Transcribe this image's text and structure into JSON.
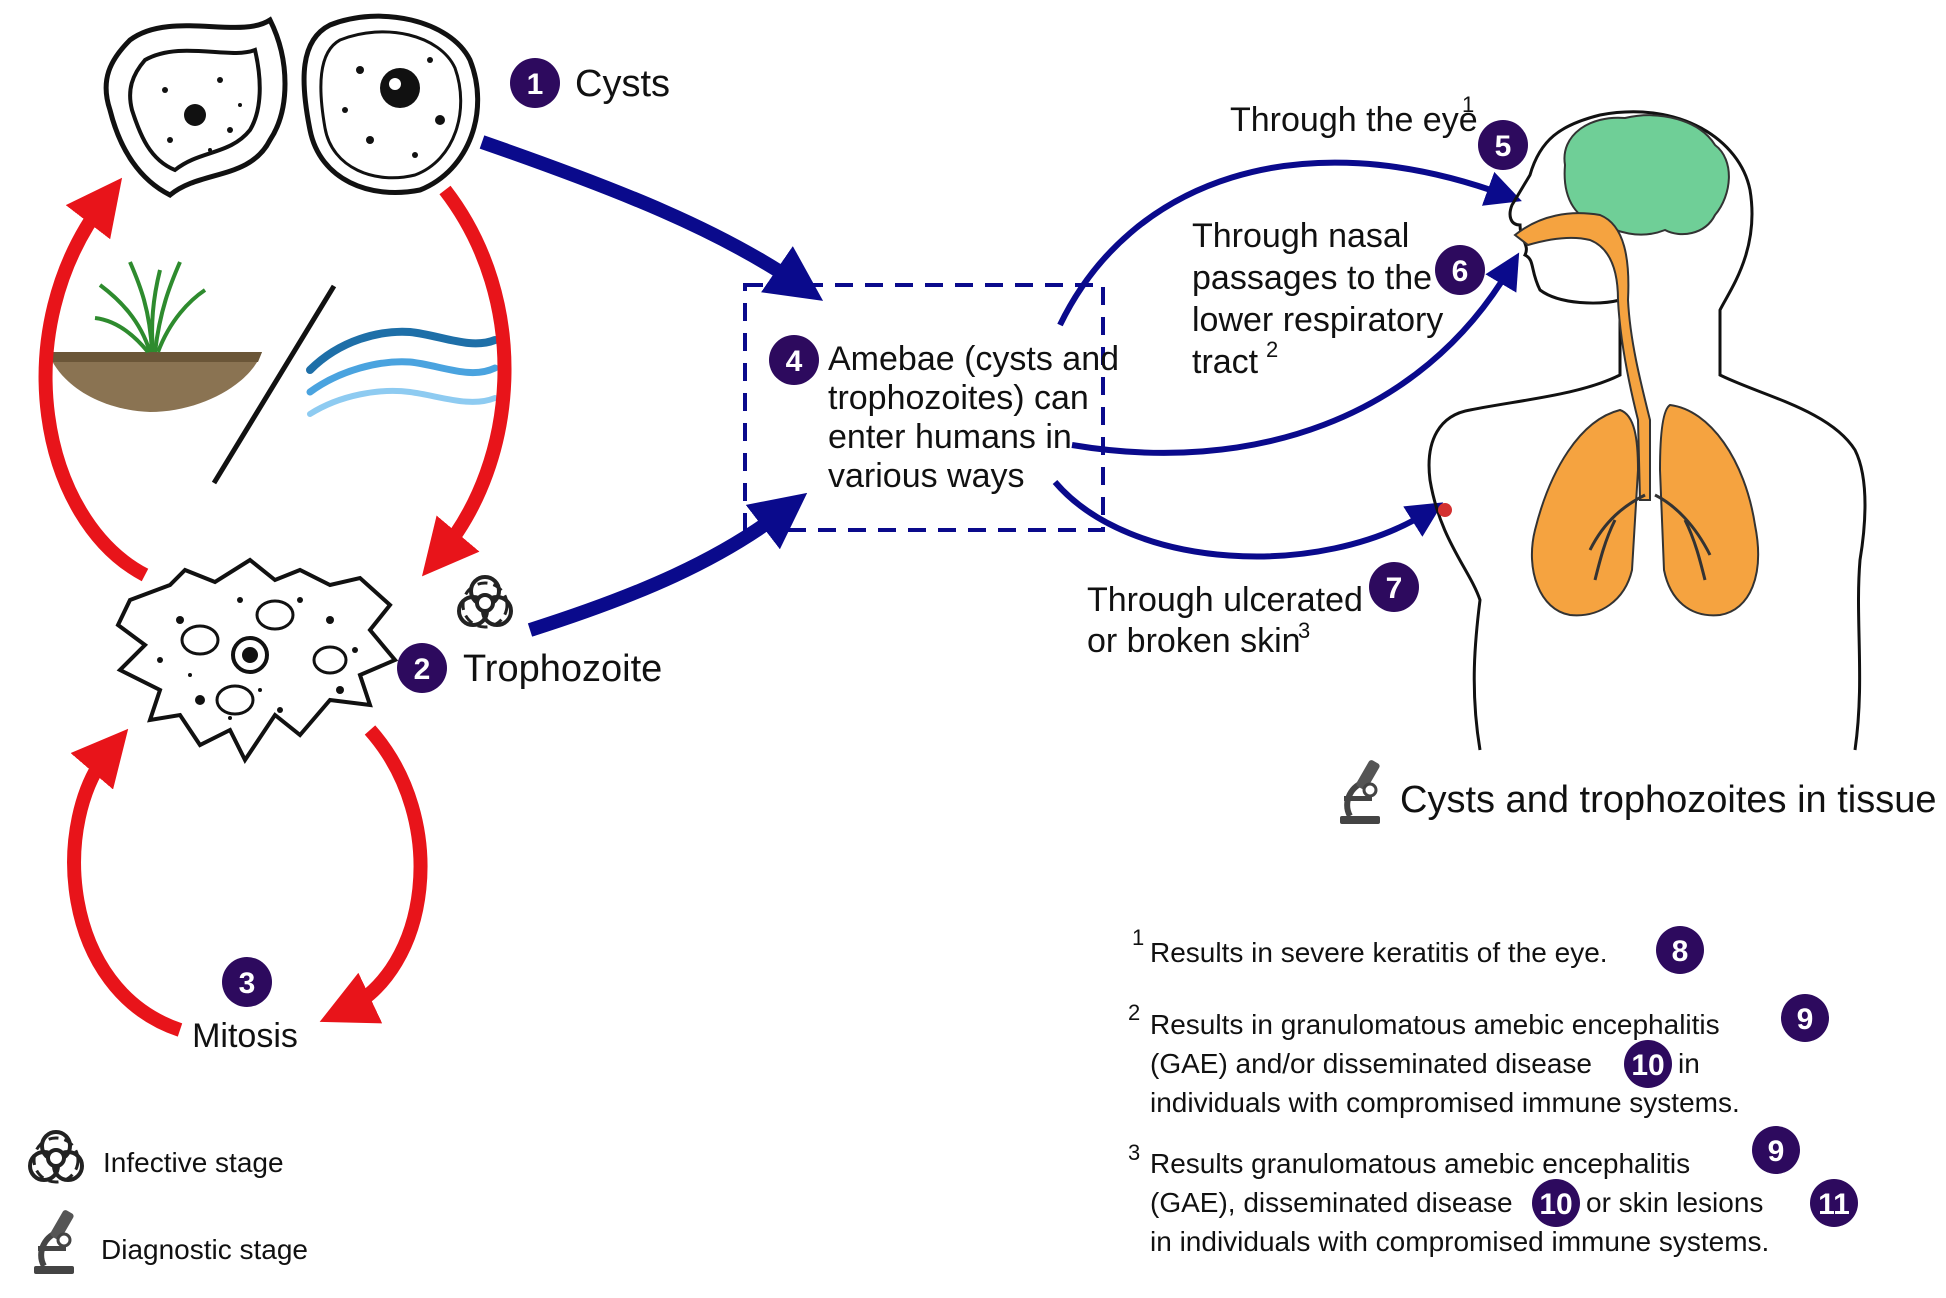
{
  "stages": {
    "cysts": {
      "num": "1",
      "label": "Cysts"
    },
    "trophozoite": {
      "num": "2",
      "label": "Trophozoite"
    },
    "mitosis": {
      "num": "3",
      "label": "Mitosis"
    },
    "entry": {
      "num": "4",
      "lines": [
        "Amebae (cysts and",
        "trophozoites) can",
        "enter humans in",
        "various ways"
      ]
    }
  },
  "routes": {
    "eye": {
      "num": "5",
      "label": "Through the eye",
      "sup": "1"
    },
    "nasal": {
      "num": "6",
      "lines": [
        "Through nasal",
        "passages to the",
        "lower respiratory",
        "tract"
      ],
      "sup": "2"
    },
    "skin": {
      "num": "7",
      "lines": [
        "Through ulcerated",
        "or broken skin"
      ],
      "sup": "3"
    }
  },
  "tissue_label": "Cysts and trophozoites in tissue",
  "notes": [
    {
      "sup": "1",
      "lines": [
        "Results in severe keratitis of the eye."
      ],
      "badges": [
        "8"
      ]
    },
    {
      "sup": "2",
      "lines": [
        "Results in granulomatous amebic encephalitis",
        "(GAE) and/or disseminated disease",
        "in",
        "individuals with compromised immune systems."
      ],
      "badges": [
        "9",
        "10"
      ]
    },
    {
      "sup": "3",
      "lines": [
        "Results granulomatous amebic encephalitis",
        "(GAE), disseminated disease",
        "or skin lesions",
        "in individuals with compromised immune systems."
      ],
      "badges": [
        "9",
        "10",
        "11"
      ]
    }
  ],
  "legend": {
    "infective": "Infective stage",
    "diagnostic": "Diagnostic stage"
  },
  "colors": {
    "badge": "#2d0a5e",
    "red_arrow": "#e8141a",
    "blue_arrow": "#0a0a8c",
    "brain": "#6fcf97",
    "lungs": "#f5a340"
  },
  "icons": [
    "biohazard-icon",
    "microscope-icon",
    "soil-plant-icon",
    "water-waves-icon"
  ]
}
